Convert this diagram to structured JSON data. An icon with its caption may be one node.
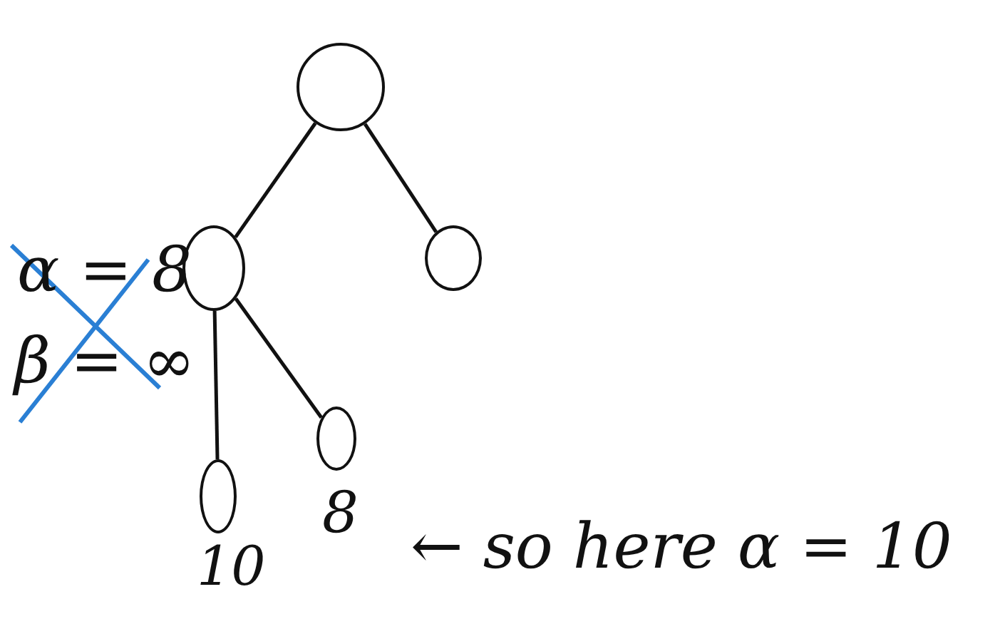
{
  "diagram": {
    "nodes": [
      {
        "text": [],
        "shape": "circle"
      },
      {
        "text": [],
        "shape": "circle"
      },
      {
        "text": [],
        "shape": "circle"
      },
      {
        "text": [],
        "shape": "circle",
        "beside": [
          "10"
        ]
      },
      {
        "text": [],
        "shape": "circle",
        "beside": [
          "8"
        ]
      }
    ],
    "edges": [
      {
        "from": 0,
        "to": 1,
        "arrow": "none"
      },
      {
        "from": 0,
        "to": 2,
        "arrow": "none"
      },
      {
        "from": 1,
        "to": 3,
        "arrow": "none"
      },
      {
        "from": 1,
        "to": 4,
        "arrow": "none"
      }
    ],
    "labels": [
      "α = 8",
      "β = ∞",
      "← so here α = 10"
    ]
  }
}
